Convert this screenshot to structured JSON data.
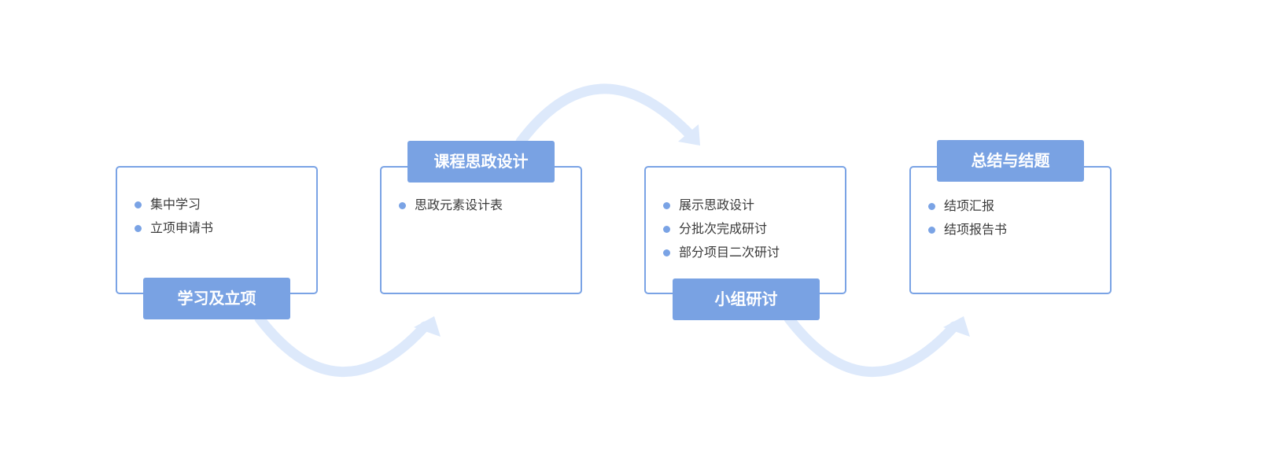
{
  "colors": {
    "accent": "#79a2e3",
    "card_border": "#7aa3e5",
    "arrow": "#dde9fb",
    "item_text": "#3a3a3a"
  },
  "stages": [
    {
      "title": "学习及立项",
      "items": [
        "集中学习",
        "立项申请书"
      ]
    },
    {
      "title": "课程思政设计",
      "items": [
        "思政元素设计表"
      ]
    },
    {
      "title": "小组研讨",
      "items": [
        "展示思政设计",
        "分批次完成研讨",
        "部分项目二次研讨"
      ]
    },
    {
      "title": "总结与结题",
      "items": [
        "结项汇报",
        "结项报告书"
      ]
    }
  ]
}
